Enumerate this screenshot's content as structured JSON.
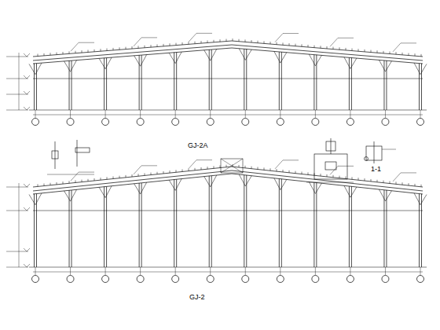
{
  "diagram": {
    "labels": [
      "GJ-2A",
      "GJ-2",
      "1-1"
    ]
  }
}
